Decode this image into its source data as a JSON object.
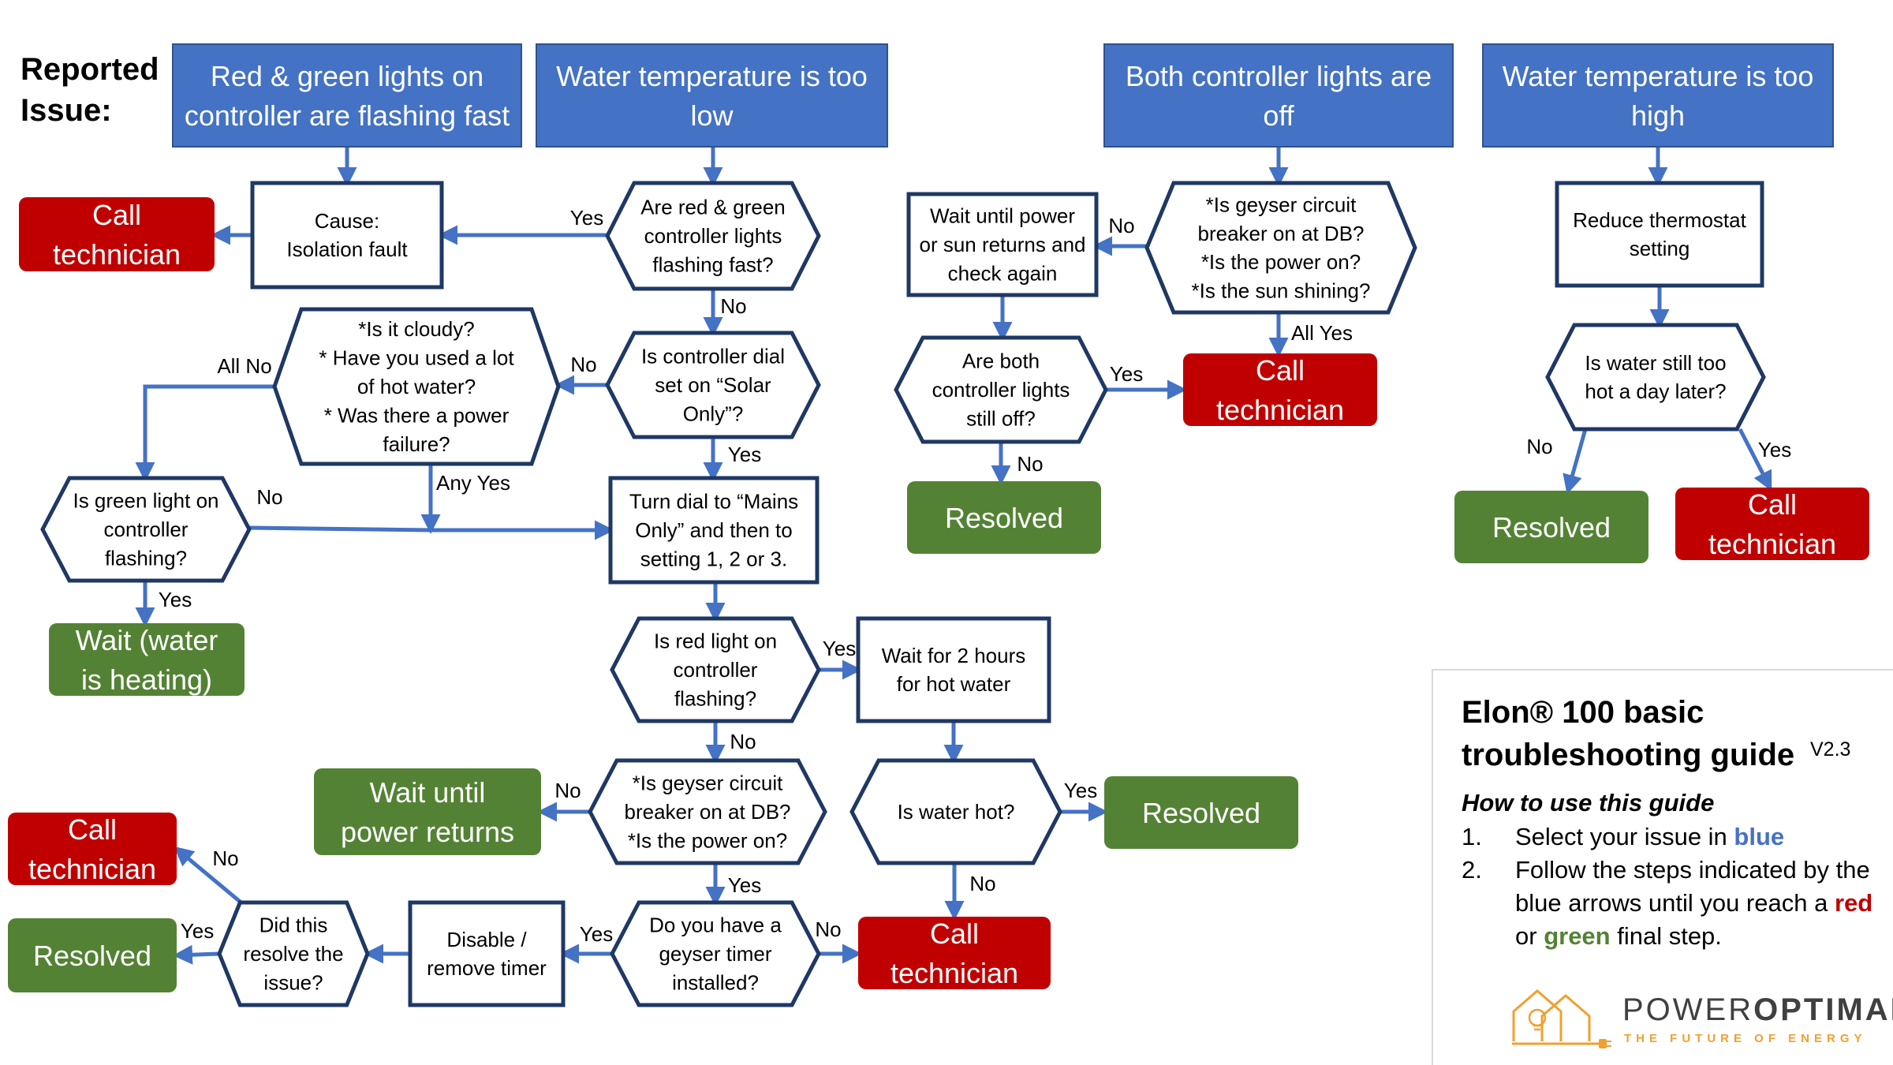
{
  "colors": {
    "issue_blue": "#4472c4",
    "call_red": "#c00000",
    "resolved_green": "#548235",
    "arrow_blue": "#4472c4",
    "outline_navy": "#1f3864",
    "logo_orange": "#f0a030"
  },
  "header": {
    "reported_issue": "Reported\nIssue:"
  },
  "diagram": {
    "nodes": [
      {
        "id": "issue-flashing",
        "kind": "issue",
        "text": "Red & green lights on\ncontroller are flashing fast"
      },
      {
        "id": "issue-low",
        "kind": "issue",
        "text": "Water temperature is too\nlow"
      },
      {
        "id": "issue-off",
        "kind": "issue",
        "text": "Both controller lights are\noff"
      },
      {
        "id": "issue-high",
        "kind": "issue",
        "text": "Water temperature is too\nhigh"
      },
      {
        "id": "cause-isolation",
        "kind": "process",
        "text": "Cause:\nIsolation fault"
      },
      {
        "id": "call-1",
        "kind": "call",
        "text": "Call\ntechnician"
      },
      {
        "id": "q-flashing-fast",
        "kind": "decision",
        "text": "Are red & green\ncontroller lights\nflashing fast?"
      },
      {
        "id": "q-dial-solar",
        "kind": "decision",
        "text": "Is controller dial\nset on “Solar\nOnly”?"
      },
      {
        "id": "q-cloudy",
        "kind": "decision",
        "text": "*Is it cloudy?\n* Have you used a lot\nof hot water?\n* Was there a power\nfailure?"
      },
      {
        "id": "q-green-flashing",
        "kind": "decision",
        "text": "Is green light on\ncontroller\nflashing?"
      },
      {
        "id": "wait-heating",
        "kind": "resolved",
        "text": "Wait (water\nis heating)"
      },
      {
        "id": "turn-dial",
        "kind": "process",
        "text": "Turn dial to “Mains\nOnly” and then to\nsetting 1, 2 or 3."
      },
      {
        "id": "q-red-flashing",
        "kind": "decision",
        "text": "Is red light on\ncontroller\nflashing?"
      },
      {
        "id": "wait-2-hours",
        "kind": "process",
        "text": "Wait for 2 hours\nfor hot water"
      },
      {
        "id": "q-water-hot",
        "kind": "decision",
        "text": "Is water hot?"
      },
      {
        "id": "resolved-hot",
        "kind": "resolved",
        "text": "Resolved"
      },
      {
        "id": "call-hot",
        "kind": "call",
        "text": "Call\ntechnician"
      },
      {
        "id": "q-breaker-power",
        "kind": "decision",
        "text": "*Is geyser circuit\nbreaker on at DB?\n*Is the power on?"
      },
      {
        "id": "wait-power",
        "kind": "resolved",
        "text": "Wait until\npower returns"
      },
      {
        "id": "q-timer",
        "kind": "decision",
        "text": "Do you have a\ngeyser timer\ninstalled?"
      },
      {
        "id": "disable-timer",
        "kind": "process",
        "text": "Disable /\nremove timer"
      },
      {
        "id": "q-did-resolve",
        "kind": "decision",
        "text": "Did this\nresolve the\nissue?"
      },
      {
        "id": "call-left",
        "kind": "call",
        "text": "Call\ntechnician"
      },
      {
        "id": "resolved-left",
        "kind": "resolved",
        "text": "Resolved"
      },
      {
        "id": "q-breaker-sun",
        "kind": "decision",
        "text": "*Is geyser circuit\nbreaker on at DB?\n*Is the power on?\n*Is the sun shining?"
      },
      {
        "id": "wait-sun",
        "kind": "process",
        "text": "Wait until power\nor sun returns and\ncheck again"
      },
      {
        "id": "q-both-off",
        "kind": "decision",
        "text": "Are both\ncontroller lights\nstill off?"
      },
      {
        "id": "resolved-off",
        "kind": "resolved",
        "text": "Resolved"
      },
      {
        "id": "call-off",
        "kind": "call",
        "text": "Call\ntechnician"
      },
      {
        "id": "reduce-thermostat",
        "kind": "process",
        "text": "Reduce thermostat\nsetting"
      },
      {
        "id": "q-still-hot",
        "kind": "decision",
        "text": "Is water still too\nhot a day later?"
      },
      {
        "id": "resolved-high",
        "kind": "resolved",
        "text": "Resolved"
      },
      {
        "id": "call-high",
        "kind": "call",
        "text": "Call\ntechnician"
      }
    ],
    "edge_labels": [
      {
        "id": "yes-flashing",
        "text": "Yes"
      },
      {
        "id": "no-flashing",
        "text": "No"
      },
      {
        "id": "no-solar",
        "text": "No"
      },
      {
        "id": "yes-solar",
        "text": "Yes"
      },
      {
        "id": "all-no",
        "text": "All No"
      },
      {
        "id": "any-yes",
        "text": "Any Yes"
      },
      {
        "id": "no-green",
        "text": "No"
      },
      {
        "id": "yes-green",
        "text": "Yes"
      },
      {
        "id": "yes-red",
        "text": "Yes"
      },
      {
        "id": "no-red",
        "text": "No"
      },
      {
        "id": "yes-hot",
        "text": "Yes"
      },
      {
        "id": "no-hot",
        "text": "No"
      },
      {
        "id": "no-breaker",
        "text": "No"
      },
      {
        "id": "yes-breaker",
        "text": "Yes"
      },
      {
        "id": "no-timer",
        "text": "No"
      },
      {
        "id": "yes-timer",
        "text": "Yes"
      },
      {
        "id": "no-resolve",
        "text": "No"
      },
      {
        "id": "yes-resolve",
        "text": "Yes"
      },
      {
        "id": "no-sun",
        "text": "No"
      },
      {
        "id": "all-yes-sun",
        "text": "All Yes"
      },
      {
        "id": "yes-off",
        "text": "Yes"
      },
      {
        "id": "no-off",
        "text": "No"
      },
      {
        "id": "no-still-hot",
        "text": "No"
      },
      {
        "id": "yes-still-hot",
        "text": "Yes"
      }
    ]
  },
  "info": {
    "title": "Elon® 100 basic\ntroubleshooting guide",
    "version": "V2.3",
    "how_to": "How to use this guide",
    "step1_num": "1.",
    "step1_text": "Select your issue in ",
    "step1_blue": "blue",
    "step2_num": "2.",
    "step2_text_a": "Follow the steps indicated by the blue arrows until you reach a ",
    "step2_red": "red",
    "step2_or": " or ",
    "step2_green": "green",
    "step2_text_b": " final step."
  },
  "logo": {
    "word_light": "POWER",
    "word_bold": "OPTIMAL",
    "tagline": "THE FUTURE OF ENERGY",
    "icon": "house-lightbulb-plug-icon"
  }
}
